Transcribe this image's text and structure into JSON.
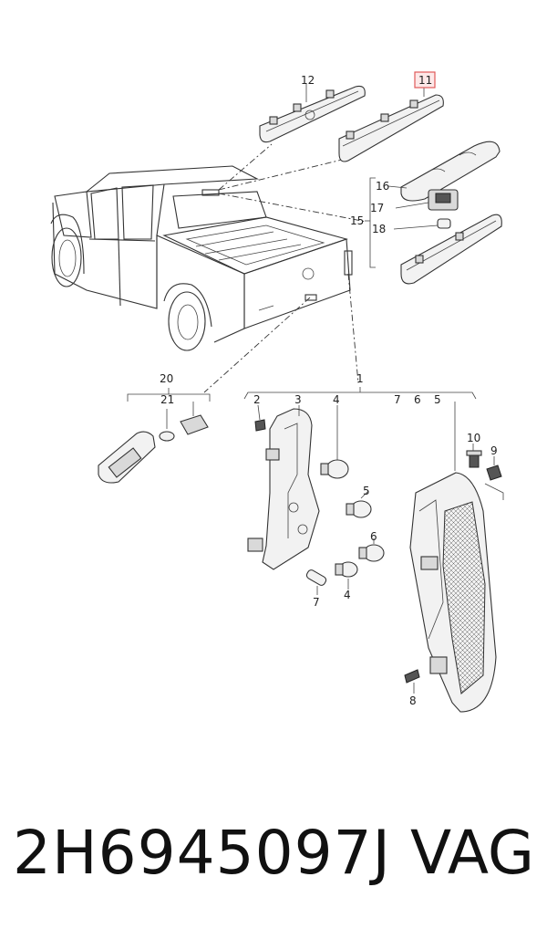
{
  "callouts": {
    "c1": "1",
    "c2": "2",
    "c3": "3",
    "c4a": "4",
    "c4b": "4",
    "c5a": "5",
    "c5b": "5",
    "c6a": "6",
    "c6b": "6",
    "c7a": "7",
    "c7b": "7",
    "c8": "8",
    "c9": "9",
    "c10": "10",
    "c11": "11",
    "c12": "12",
    "c15": "15",
    "c16": "16",
    "c17": "17",
    "c18": "18",
    "c20": "20",
    "c21": "21"
  },
  "highlight_color": "#e05a5a",
  "footer": {
    "part_number": "2H6945097J",
    "brand": "VAG"
  }
}
